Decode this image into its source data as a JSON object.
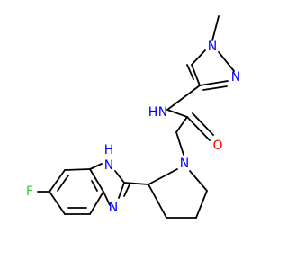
{
  "molecule": {
    "atoms": {
      "f": "F",
      "nh_imidazole_n": "N",
      "nh_imidazole_h": "H",
      "n_imidazole": "N",
      "n_pyrrolidine": "N",
      "nh_amide_h": "H",
      "nh_amide_n": "N",
      "o_carbonyl": "O",
      "n_pyrazole_1": "N",
      "n_pyrazole_2": "N"
    },
    "colors": {
      "carbon_bond": "#000000",
      "nitrogen": "#0000ff",
      "oxygen": "#ff0000",
      "fluorine": "#33cc33"
    }
  }
}
